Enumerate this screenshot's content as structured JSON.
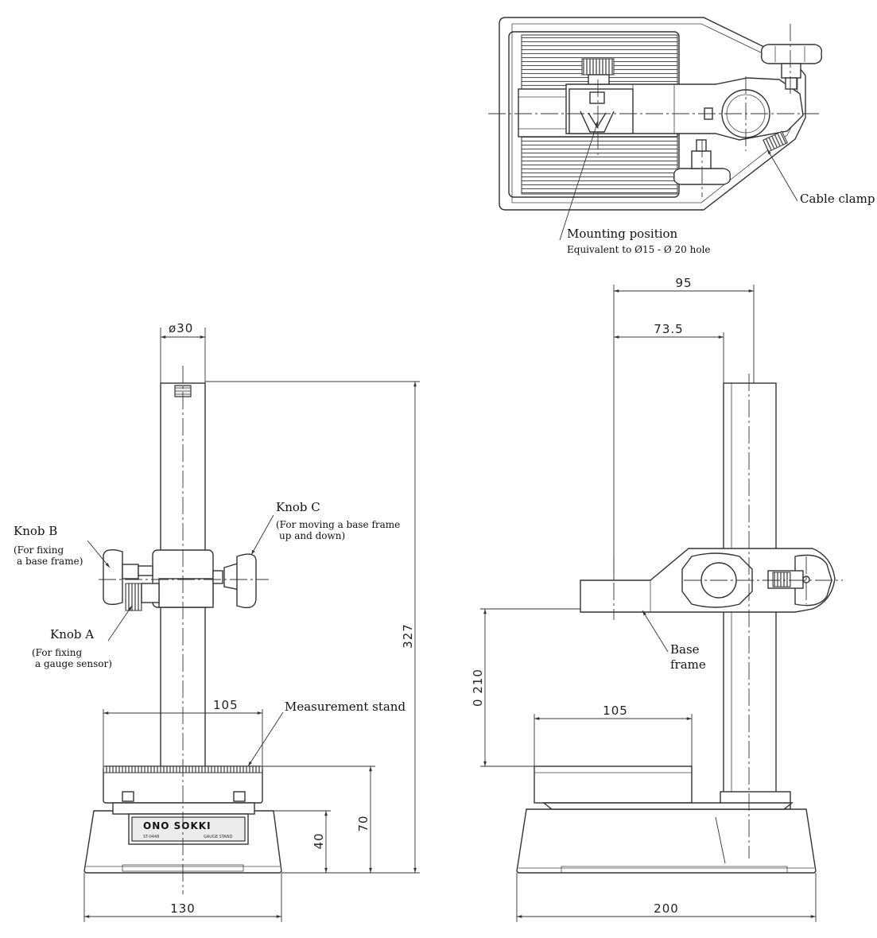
{
  "labels": {
    "cable_clamp": "Cable clamp",
    "mounting_position": "Mounting position",
    "mounting_position_note": "Equivalent to Ø15 - Ø 20 hole",
    "knob_a": "Knob A",
    "knob_a_note_1": "(For fixing",
    "knob_a_note_2": "a gauge sensor)",
    "knob_b": "Knob B",
    "knob_b_note_1": "(For fixing",
    "knob_b_note_2": "a base frame)",
    "knob_c": "Knob C",
    "knob_c_note_1": "(For moving a base frame",
    "knob_c_note_2": "up and down)",
    "measurement_stand": "Measurement stand",
    "base_frame_1": "Base",
    "base_frame_2": "frame"
  },
  "dimensions": {
    "front_column_diameter": "ø30",
    "front_stage_width": "105",
    "front_total_height": "327",
    "front_stand_height": "70",
    "front_base_height": "40",
    "front_base_width": "130",
    "side_reach_outer": "95",
    "side_reach_inner": "73.5",
    "side_travel": "0 210",
    "side_stage_width": "105",
    "side_base_width": "200"
  },
  "brand": {
    "logo_text": "ONO SOKKI",
    "model_text": "ST-0448",
    "product_text": "GAUGE STAND"
  }
}
